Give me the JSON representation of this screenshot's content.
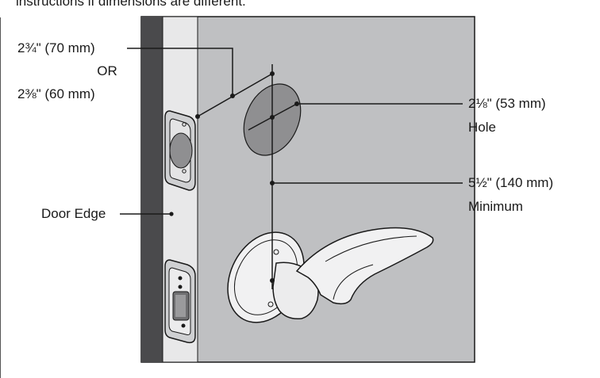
{
  "header": {
    "text": "instructions if dimensions are different."
  },
  "labels": {
    "backset_long": "2¾\" (70 mm)",
    "backset_or": "OR",
    "backset_short": "2⅜\" (60 mm)",
    "hole_size": "2⅛\" (53 mm)",
    "hole_word": "Hole",
    "min_distance": "5½\" (140 mm)",
    "min_word": "Minimum",
    "door_edge": "Door Edge"
  },
  "colors": {
    "door_face": "#bfc0c2",
    "door_edge_strip": "#e8e8e9",
    "door_dark_strip": "#4a4a4c",
    "hole_fill": "#8f8f91",
    "line": "#1a1a1a"
  }
}
